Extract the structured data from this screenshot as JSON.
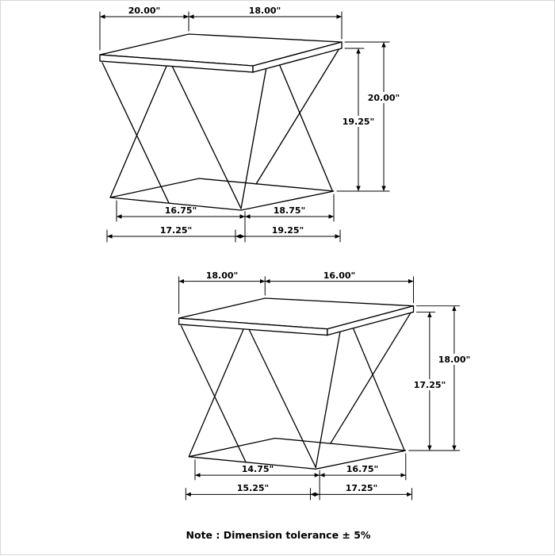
{
  "page": {
    "note": "Note : Dimension tolerance ± 5%"
  },
  "diagrams": [
    {
      "id": "large-nesting-table",
      "top_depth": "20.00\"",
      "top_width": "18.00\"",
      "height_overall": "20.00\"",
      "height_underside": "19.25\"",
      "base_depth_inner": "16.75\"",
      "base_width_inner": "18.75\"",
      "base_depth_outer": "17.25\"",
      "base_width_outer": "19.25\""
    },
    {
      "id": "small-nesting-table",
      "top_depth": "18.00\"",
      "top_width": "16.00\"",
      "height_overall": "18.00\"",
      "height_underside": "17.25\"",
      "base_depth_inner": "14.75\"",
      "base_width_inner": "16.75\"",
      "base_depth_outer": "15.25\"",
      "base_width_outer": "17.25\""
    }
  ]
}
